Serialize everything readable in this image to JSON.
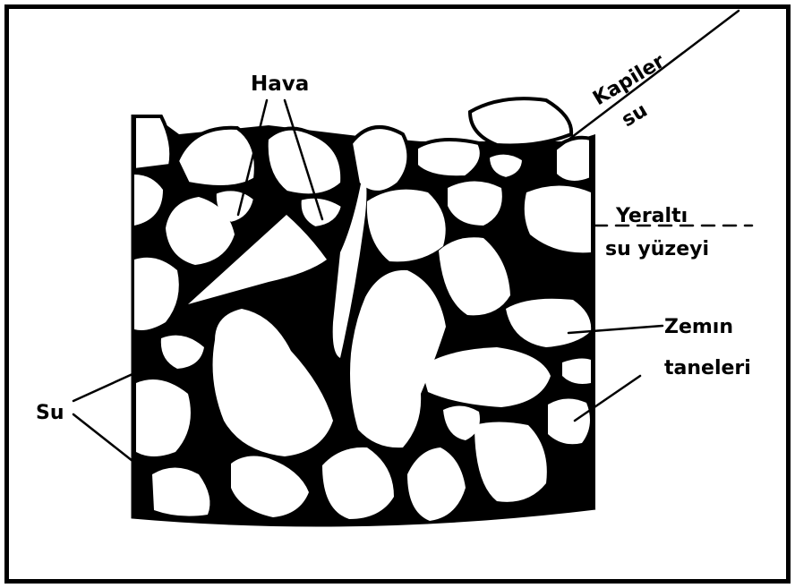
{
  "labels": {
    "hava": "Hava",
    "kapiler_line1": "Kapiler",
    "kapiler_line2": "su",
    "yeralti_line1": "Yeraltı",
    "yeralti_line2": "su yüzeyi",
    "zemin_line1": "Zemın",
    "zemin_line2": "taneleri",
    "su": "Su"
  },
  "colors": {
    "ink": "#000000",
    "paper": "#ffffff"
  }
}
